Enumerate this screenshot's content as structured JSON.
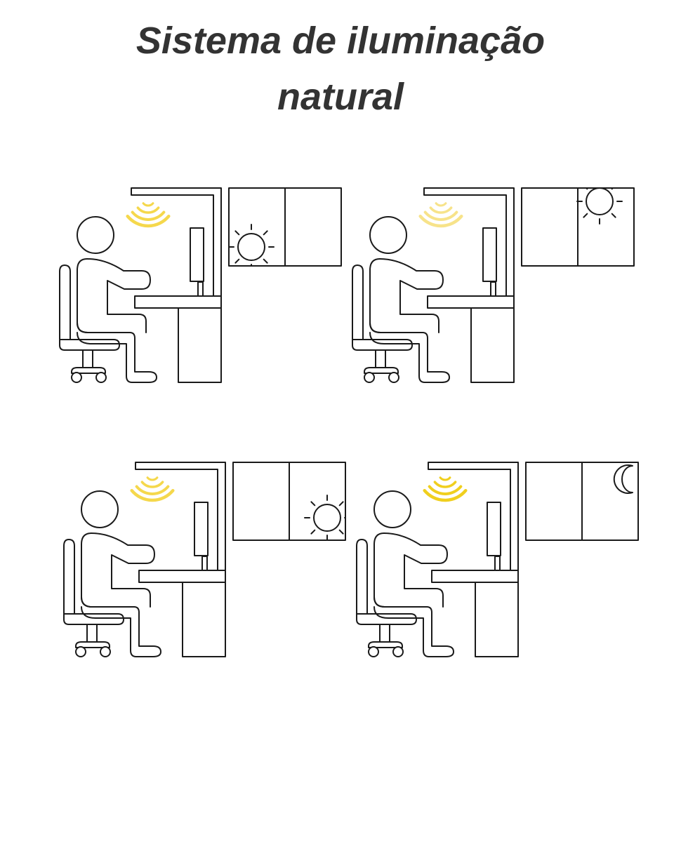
{
  "title": {
    "line1": "Sistema de iluminação",
    "line2": "natural"
  },
  "colors": {
    "text": "#333333",
    "ink": "#1a1a1a",
    "lamp_light": "#f7e38a",
    "lamp_medium": "#f5d84c",
    "lamp_full": "#f0cf1e"
  },
  "scenes": [
    {
      "sky": "sun-low-left",
      "sky_icon": "sun-icon",
      "lamp_level": 0.55
    },
    {
      "sky": "sun-high-right",
      "sky_icon": "sun-icon",
      "lamp_level": 0.3
    },
    {
      "sky": "sun-low-right",
      "sky_icon": "sun-icon",
      "lamp_level": 0.7
    },
    {
      "sky": "night",
      "sky_icon": "moon-icon",
      "lamp_level": 1.0
    }
  ]
}
